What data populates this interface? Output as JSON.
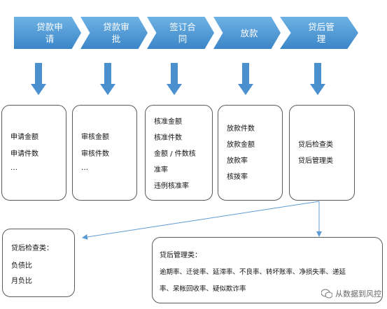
{
  "process_steps": [
    {
      "label": "贷款申\n请"
    },
    {
      "label": "贷款审\n批"
    },
    {
      "label": "签订合\n同"
    },
    {
      "label": "放款"
    },
    {
      "label": "贷后管\n理"
    }
  ],
  "metric_boxes": [
    {
      "items": [
        "申请金额",
        "申请件数",
        "…"
      ]
    },
    {
      "items": [
        "审核金额",
        "审核件数",
        "…"
      ]
    },
    {
      "items": [
        "核准金额",
        "核准件数",
        "金额 / 件数核",
        "准率",
        "违例核准率"
      ]
    },
    {
      "items": [
        "放款件数",
        "放款金额",
        "放款率",
        "核拨率"
      ]
    },
    {
      "items": [
        "贷后检查类",
        "贷后管理类"
      ]
    }
  ],
  "post_loan_check": {
    "title": "贷后检查类：",
    "items": [
      "负债比",
      "月负比"
    ]
  },
  "post_loan_mgmt": {
    "title": "贷后管理类：",
    "line1": "逾期率、迁徙率、延滞率、不良率、转坏账率、净损失率、递延",
    "line2": "率、呆帐回收率、疑似欺诈率"
  },
  "watermark": {
    "text": "从数据到风控"
  },
  "colors": {
    "chevron_top": "#6fb2e4",
    "chevron_bottom": "#3b86c8",
    "arrow": "#4a90cf",
    "connector": "#5b9bd5"
  }
}
